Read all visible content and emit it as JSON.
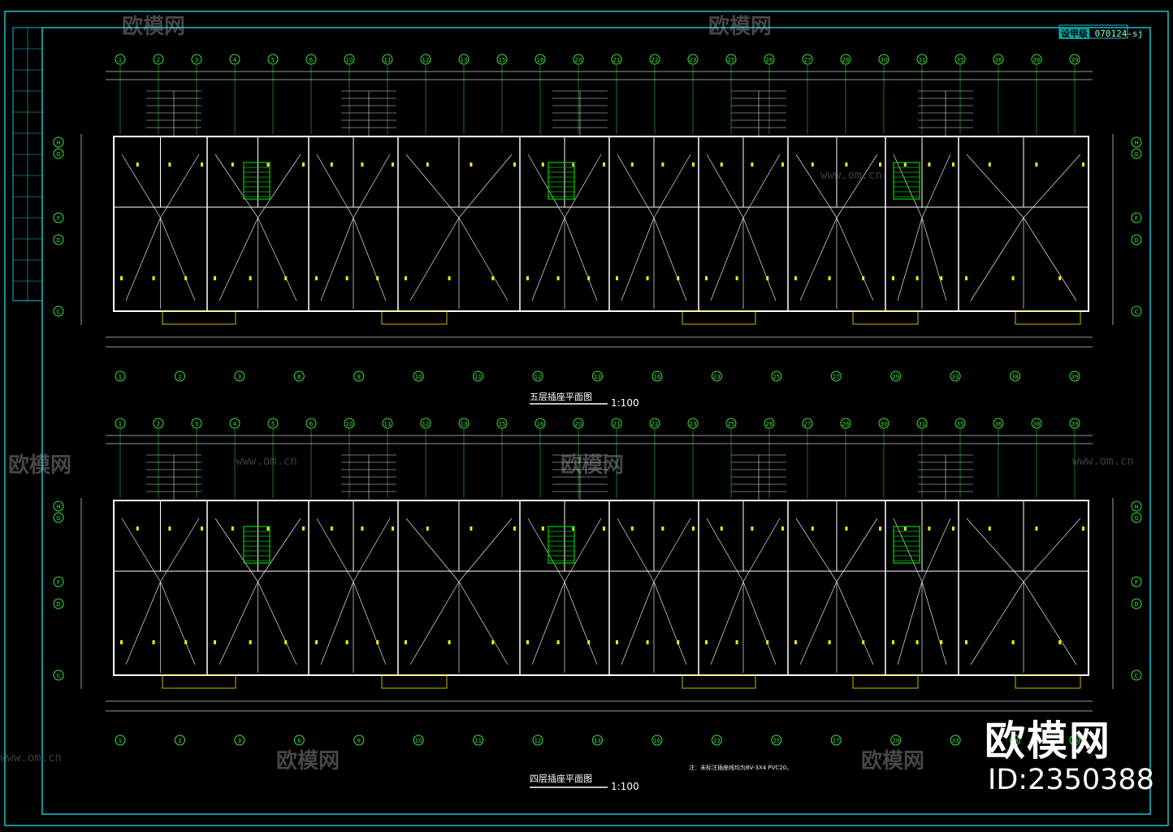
{
  "drawing": {
    "title_block_tag": "设甲级",
    "title_block_code": "070124-sj",
    "plan_upper_title": "五层插座平面图",
    "plan_lower_title": "四层插座平面图",
    "scale": "1:100",
    "note": "注：未标注插座线均为BV-3X4 PVC20。"
  },
  "watermark": {
    "brand": "欧模网",
    "url": "www.om.cn",
    "id_text": "ID:2350388"
  },
  "axis_labels_top": [
    "1",
    "2",
    "3",
    "4",
    "5",
    "6",
    "10",
    "11",
    "12",
    "13",
    "15",
    "16",
    "20",
    "21",
    "22",
    "23",
    "25",
    "26",
    "27",
    "28",
    "30",
    "31",
    "35",
    "36",
    "38",
    "39"
  ],
  "axis_labels_bottom": [
    "1",
    "2",
    "3",
    "6",
    "9",
    "10",
    "11",
    "12",
    "13",
    "16",
    "23",
    "25",
    "27",
    "29",
    "33",
    "38",
    "39"
  ],
  "axis_labels_side": [
    "H",
    "G",
    "F",
    "D",
    "C"
  ],
  "colors": {
    "background": "#000000",
    "frame": "#19c3d0",
    "walls": "#ffffff",
    "axis_circle": "#39e639",
    "fixture": "#ffe800",
    "stair": "#00d000",
    "dimension": "#c8c8c8"
  }
}
